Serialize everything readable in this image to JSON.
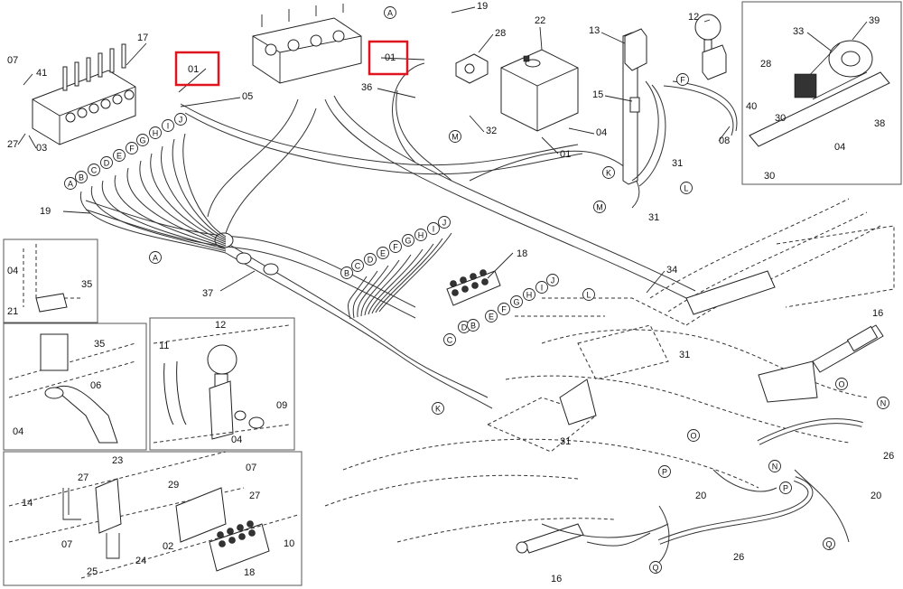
{
  "highlight": {
    "color": "#e0141e"
  },
  "callouts": {
    "c07a": "07",
    "c41": "41",
    "c17": "17",
    "c01a": "01",
    "c05": "05",
    "c01b": "01",
    "c19a": "19",
    "c28a": "28",
    "c22": "22",
    "c36": "36",
    "c32": "32",
    "c04a": "04",
    "c01c": "01",
    "c13": "13",
    "c15": "15",
    "c12a": "12",
    "c08": "08",
    "c33": "33",
    "c39": "39",
    "c28b": "28",
    "c38": "38",
    "c40": "40",
    "c30a": "30",
    "c30b": "30",
    "c04b": "04",
    "c27a": "27",
    "c03": "03",
    "c31a": "31",
    "c31b": "31",
    "c19b": "19",
    "c37": "37",
    "c18a": "18",
    "c34": "34",
    "c31c": "31",
    "c16a": "16",
    "c04c": "04",
    "c35a": "35",
    "c21": "21",
    "c35b": "35",
    "c06": "06",
    "c04d": "04",
    "c11": "11",
    "c12b": "12",
    "c09": "09",
    "c04e": "04",
    "c31d": "31",
    "c26a": "26",
    "c20a": "20",
    "c20b": "20",
    "c23": "23",
    "c27b": "27",
    "c14": "14",
    "c07b": "07",
    "c07c": "07",
    "c27c": "27",
    "c29": "29",
    "c02": "02",
    "c25": "25",
    "c24": "24",
    "c10": "10",
    "c18b": "18",
    "c16b": "16",
    "c26b": "26"
  },
  "letters": {
    "la1": "J",
    "lb1": "I",
    "lc1": "H",
    "ld1": "G",
    "le1": "F",
    "lf1": "E",
    "lg1": "D",
    "lh1": "C",
    "li1": "B",
    "lj1": "A",
    "la2": "J",
    "lb2": "I",
    "lc2": "H",
    "ld2": "G",
    "le2": "F",
    "lf2": "E",
    "lg2": "D",
    "lh2": "C",
    "li2": "B",
    "la3": "J",
    "lb3": "I",
    "lc3": "H",
    "ld3": "G",
    "le3": "F",
    "lf3": "E",
    "lg3": "D",
    "lh3": "C",
    "li3": "B",
    "lA": "A",
    "lM1": "M",
    "lM2": "M",
    "lK1": "K",
    "lK2": "K",
    "lF": "F",
    "lL1": "L",
    "lL2": "L",
    "lO1": "O",
    "lO2": "O",
    "lN1": "N",
    "lN2": "N",
    "lP1": "P",
    "lP2": "P",
    "lQ1": "Q",
    "lQ2": "Q",
    "lA2": "A"
  }
}
